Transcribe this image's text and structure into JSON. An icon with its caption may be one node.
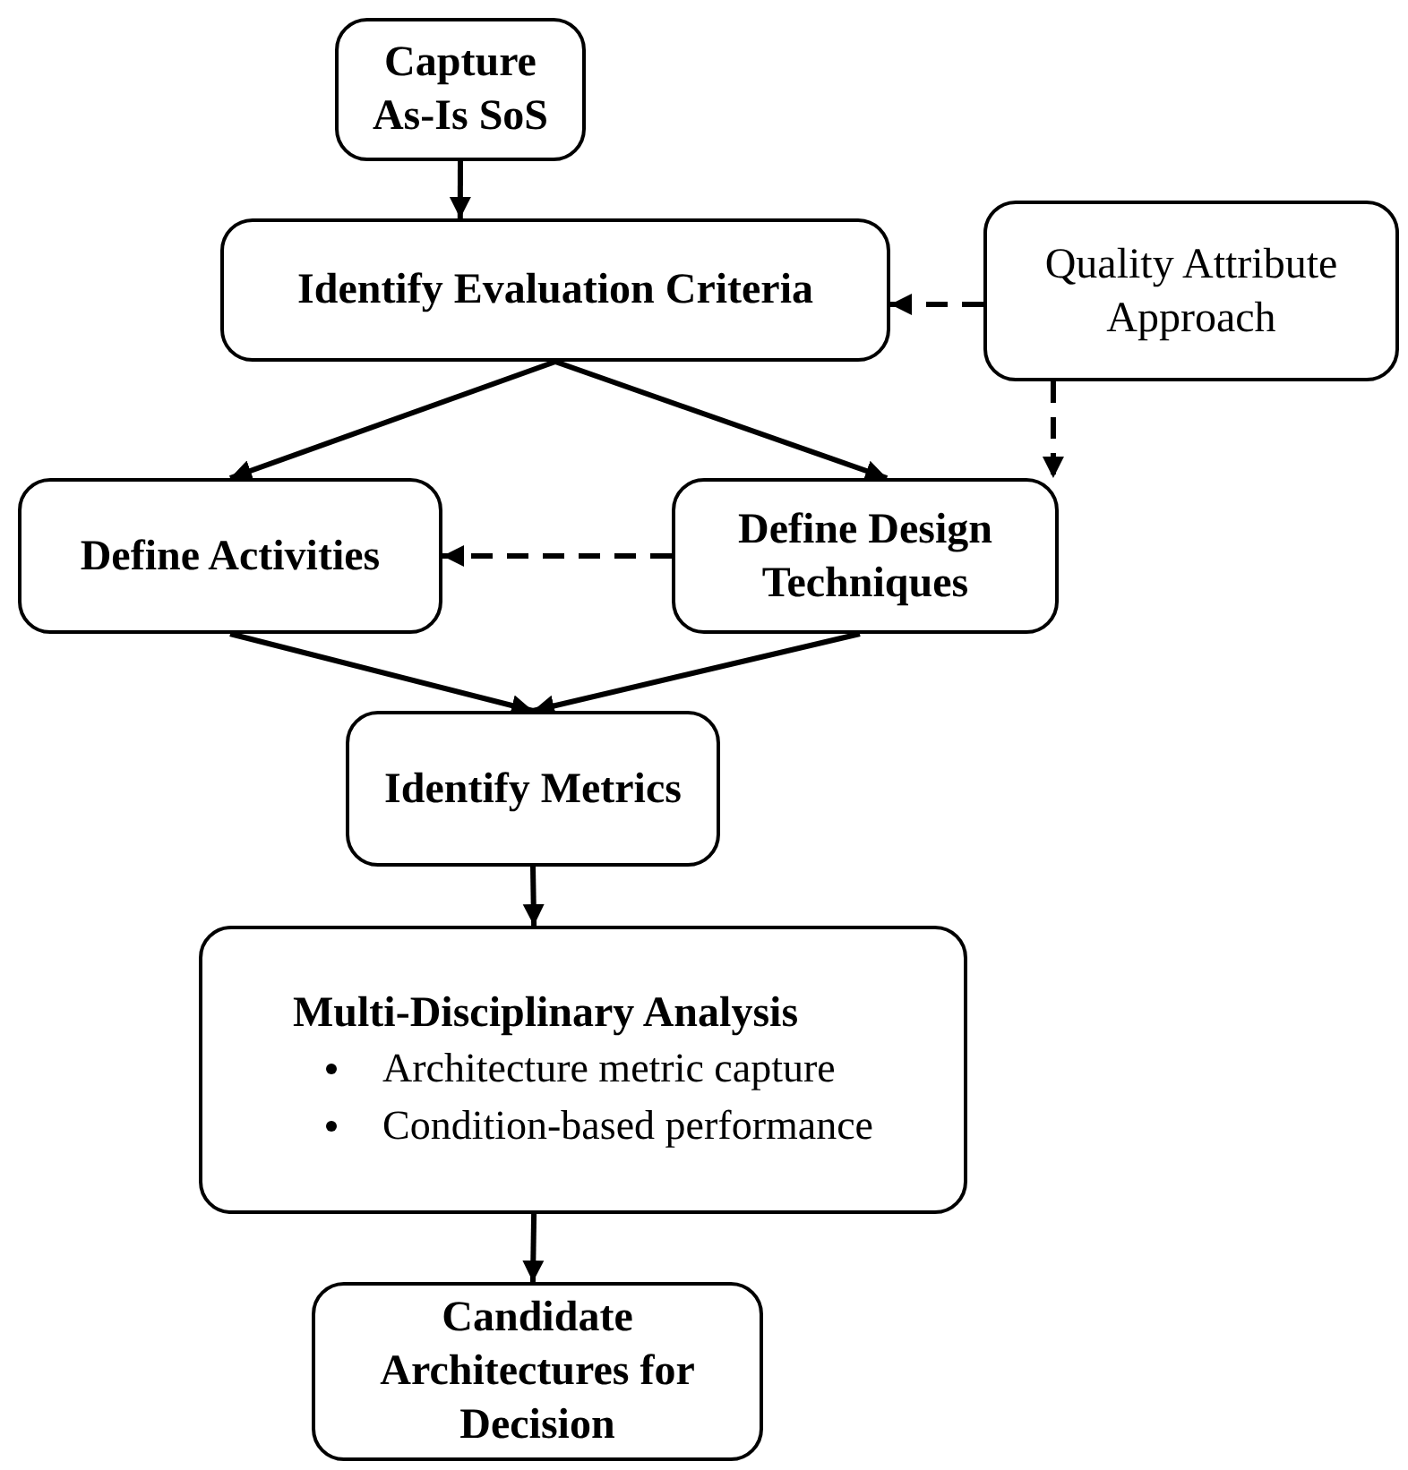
{
  "diagram": {
    "nodes": [
      {
        "text": [
          "Capture As-Is SoS"
        ]
      },
      {
        "text": [
          "Identify Evaluation Criteria"
        ]
      },
      {
        "text": [
          "Quality Attribute Approach"
        ]
      },
      {
        "text": [
          "Define Activities"
        ]
      },
      {
        "text": [
          "Define Design Techniques"
        ]
      },
      {
        "text": [
          "Identify Metrics"
        ]
      },
      {
        "text": [
          "Multi-Disciplinary Analysis",
          "Architecture metric capture",
          "Condition-based performance"
        ]
      },
      {
        "text": [
          "Candidate Architectures for Decision"
        ]
      }
    ],
    "edges": [
      {
        "from": 0,
        "to": 1,
        "arrow": "to"
      },
      {
        "from": 2,
        "to": 1,
        "arrow": "to",
        "style": "dashed"
      },
      {
        "from": 2,
        "to": 4,
        "arrow": "to",
        "style": "dashed"
      },
      {
        "from": 1,
        "to": 3,
        "arrow": "to"
      },
      {
        "from": 1,
        "to": 4,
        "arrow": "to"
      },
      {
        "from": 4,
        "to": 3,
        "arrow": "to",
        "style": "dashed"
      },
      {
        "from": 3,
        "to": 5,
        "arrow": "to"
      },
      {
        "from": 4,
        "to": 5,
        "arrow": "to"
      },
      {
        "from": 5,
        "to": 6,
        "arrow": "to"
      },
      {
        "from": 6,
        "to": 7,
        "arrow": "to"
      }
    ]
  }
}
